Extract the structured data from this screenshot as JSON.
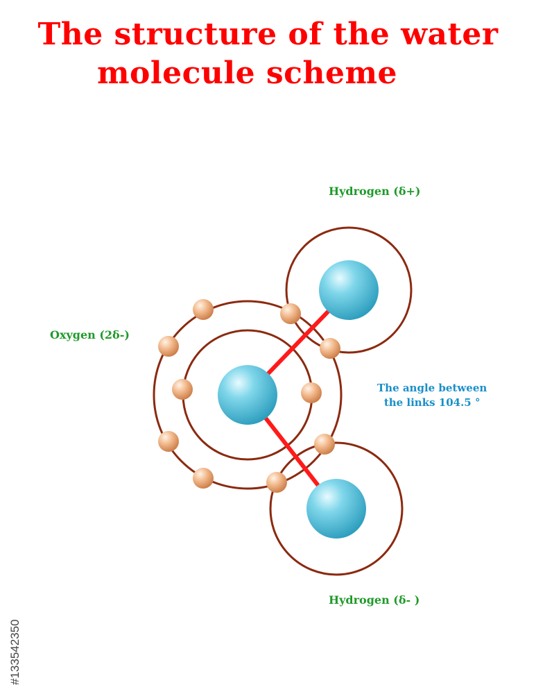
{
  "title": {
    "line1": "The structure of the water",
    "line2": "molecule scheme"
  },
  "labels": {
    "hydrogen_top": "Hydrogen (δ+)",
    "oxygen": "Oxygen (2δ-)",
    "hydrogen_bottom": "Hydrogen (δ- )",
    "angle_line1": "The angle between",
    "angle_line2": "the links 104.5 °"
  },
  "watermark": "#133542350",
  "colors": {
    "title": "#ff0000",
    "atom_labels": "#1f9a2a",
    "angle_label": "#1a8fc9",
    "orbit": "#8b2a10",
    "bond": "#ff1a1a",
    "nucleus": "#3fb8d4",
    "electron": "#e8a070"
  }
}
